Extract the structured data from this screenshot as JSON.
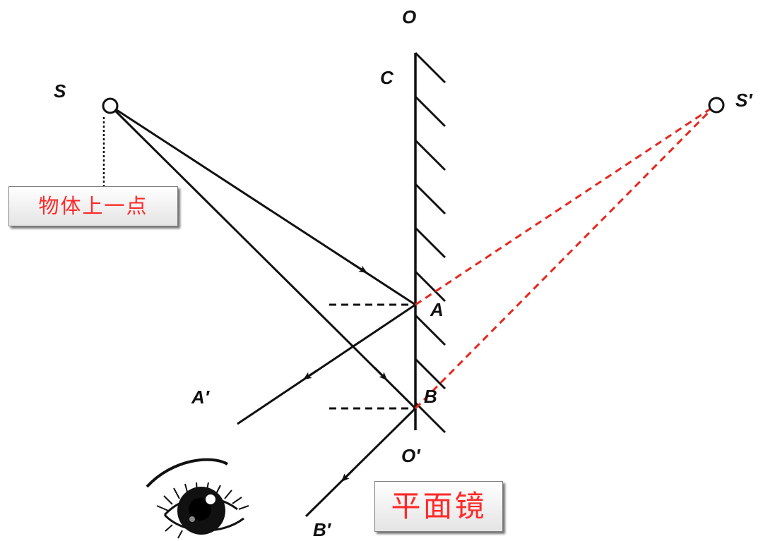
{
  "labels": {
    "O": "O",
    "C": "C",
    "S": "S",
    "S_prime": "S′",
    "A": "A",
    "B": "B",
    "A_prime": "A′",
    "B_prime": "B′",
    "O_prime": "O′"
  },
  "boxes": {
    "object_point": "物体上一点",
    "plane_mirror": "平面镜"
  },
  "colors": {
    "ray": "#111111",
    "virtual_ray": "#e8261d",
    "text_box": "#ff2a2a"
  }
}
